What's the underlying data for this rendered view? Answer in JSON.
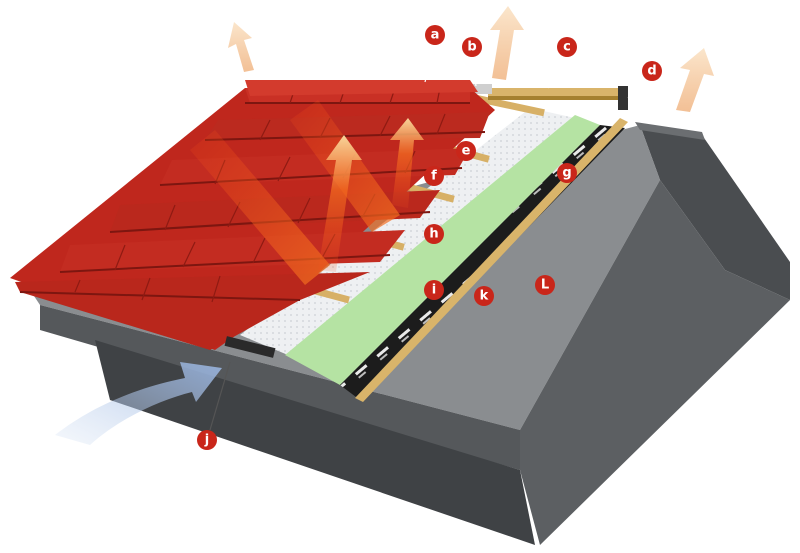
{
  "colors": {
    "tile": "#c0261c",
    "tile_dark": "#8e1a12",
    "tile_light": "#d8392b",
    "batten": "#d9b46a",
    "batten_dark": "#a5802f",
    "insulation": "#b6e3a4",
    "membrane": "#1c1c1c",
    "concrete_top": "#8b8e91",
    "concrete_side": "#54575a",
    "concrete_dark": "#3c3f42",
    "badge": "#c9261a",
    "heat": "#f05a1e",
    "air_in": "#a9c3e6",
    "air_out": "#f2c79c"
  },
  "labels": {
    "a": "a",
    "b": "b",
    "c": "c",
    "d": "d",
    "e": "e",
    "f": "f",
    "g": "g",
    "h": "h",
    "i": "i",
    "j": "j",
    "k": "k",
    "L": "L"
  }
}
